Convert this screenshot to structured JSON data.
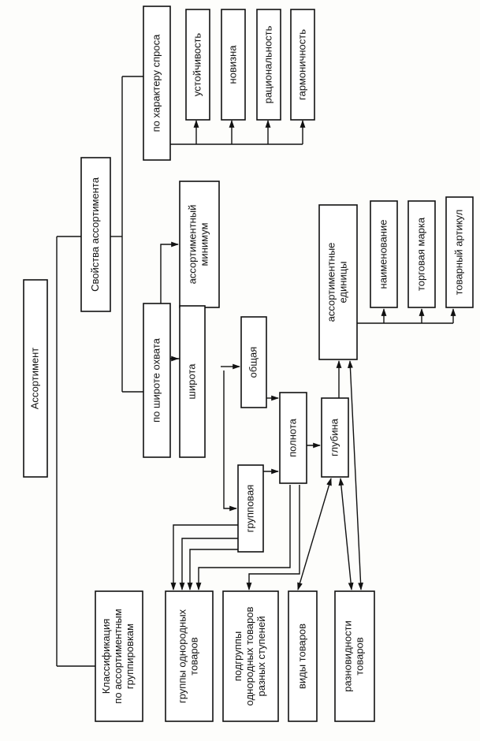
{
  "diagram": {
    "root": "Ассортимент",
    "properties": "Свойства ассортимента",
    "classification": "Классификация\nпо ассортиментным\nгруппировкам",
    "by_demand": "по характеру спроса",
    "stability": "устойчивость",
    "novelty": "новизна",
    "rationality": "рациональность",
    "harmony": "гармоничность",
    "by_coverage": "по широте охвата",
    "assortment_minimum": "ассортиментный\nминимум",
    "breadth": "широта",
    "total": "общая",
    "group": "групповая",
    "completeness": "полнота",
    "depth": "глубина",
    "assortment_units": "ассортиментные\nединицы",
    "name": "наименование",
    "trademark": "торговая марка",
    "article": "товарный артикул",
    "homogeneous_groups": "группы однородных\nтоваров",
    "subgroups": "подгруппы\nоднородных товаров\nразных ступеней",
    "product_types": "виды товаров",
    "varieties": "разновидности\nтоваров"
  }
}
